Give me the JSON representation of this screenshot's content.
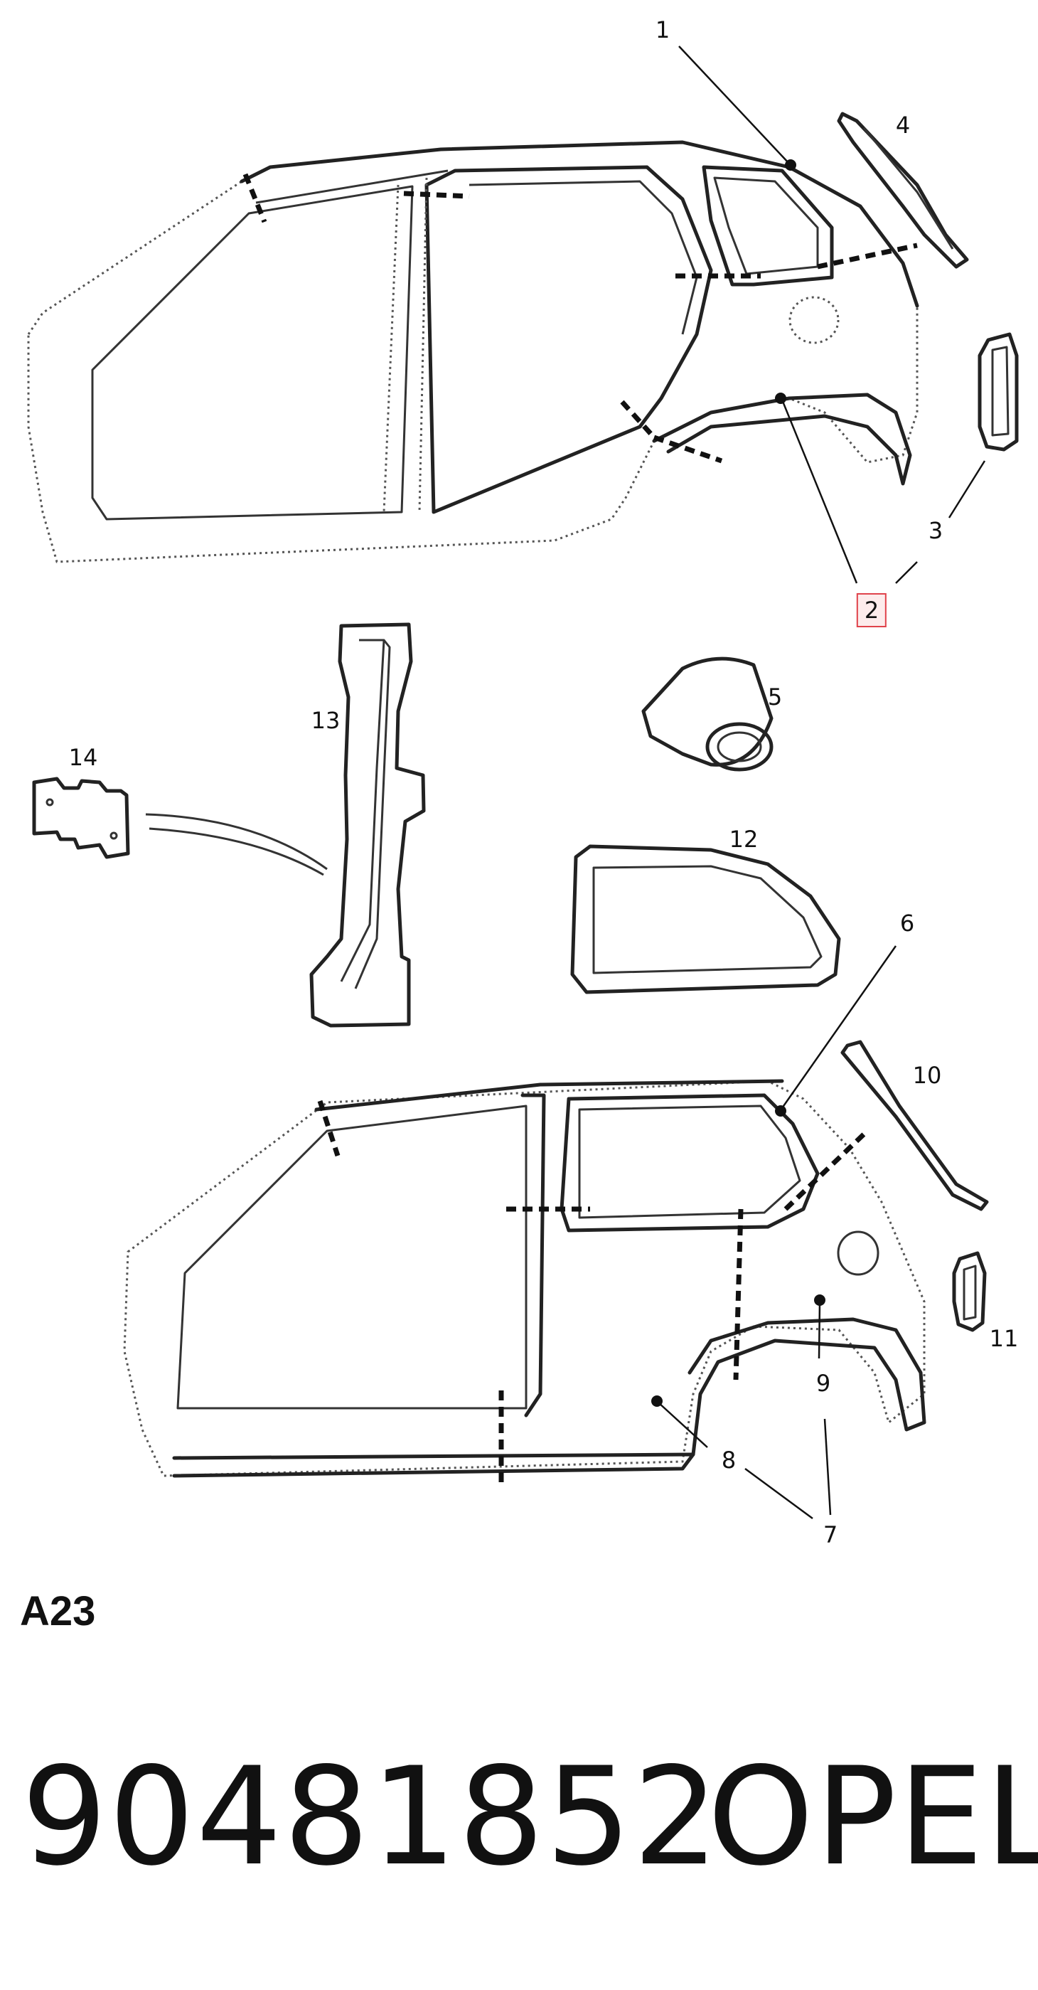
{
  "callouts": {
    "c1": "1",
    "c2": "2",
    "c3": "3",
    "c4": "4",
    "c5": "5",
    "c6": "6",
    "c7": "7",
    "c8": "8",
    "c9": "9",
    "c10": "10",
    "c11": "11",
    "c12": "12",
    "c13": "13",
    "c14": "14"
  },
  "highlighted_callout": "2",
  "section_code": "A23",
  "part_number": "90481852",
  "brand": "OPEL",
  "colors": {
    "line": "#222222",
    "highlight_border": "#e0434b",
    "highlight_fill": "#fdecec"
  }
}
